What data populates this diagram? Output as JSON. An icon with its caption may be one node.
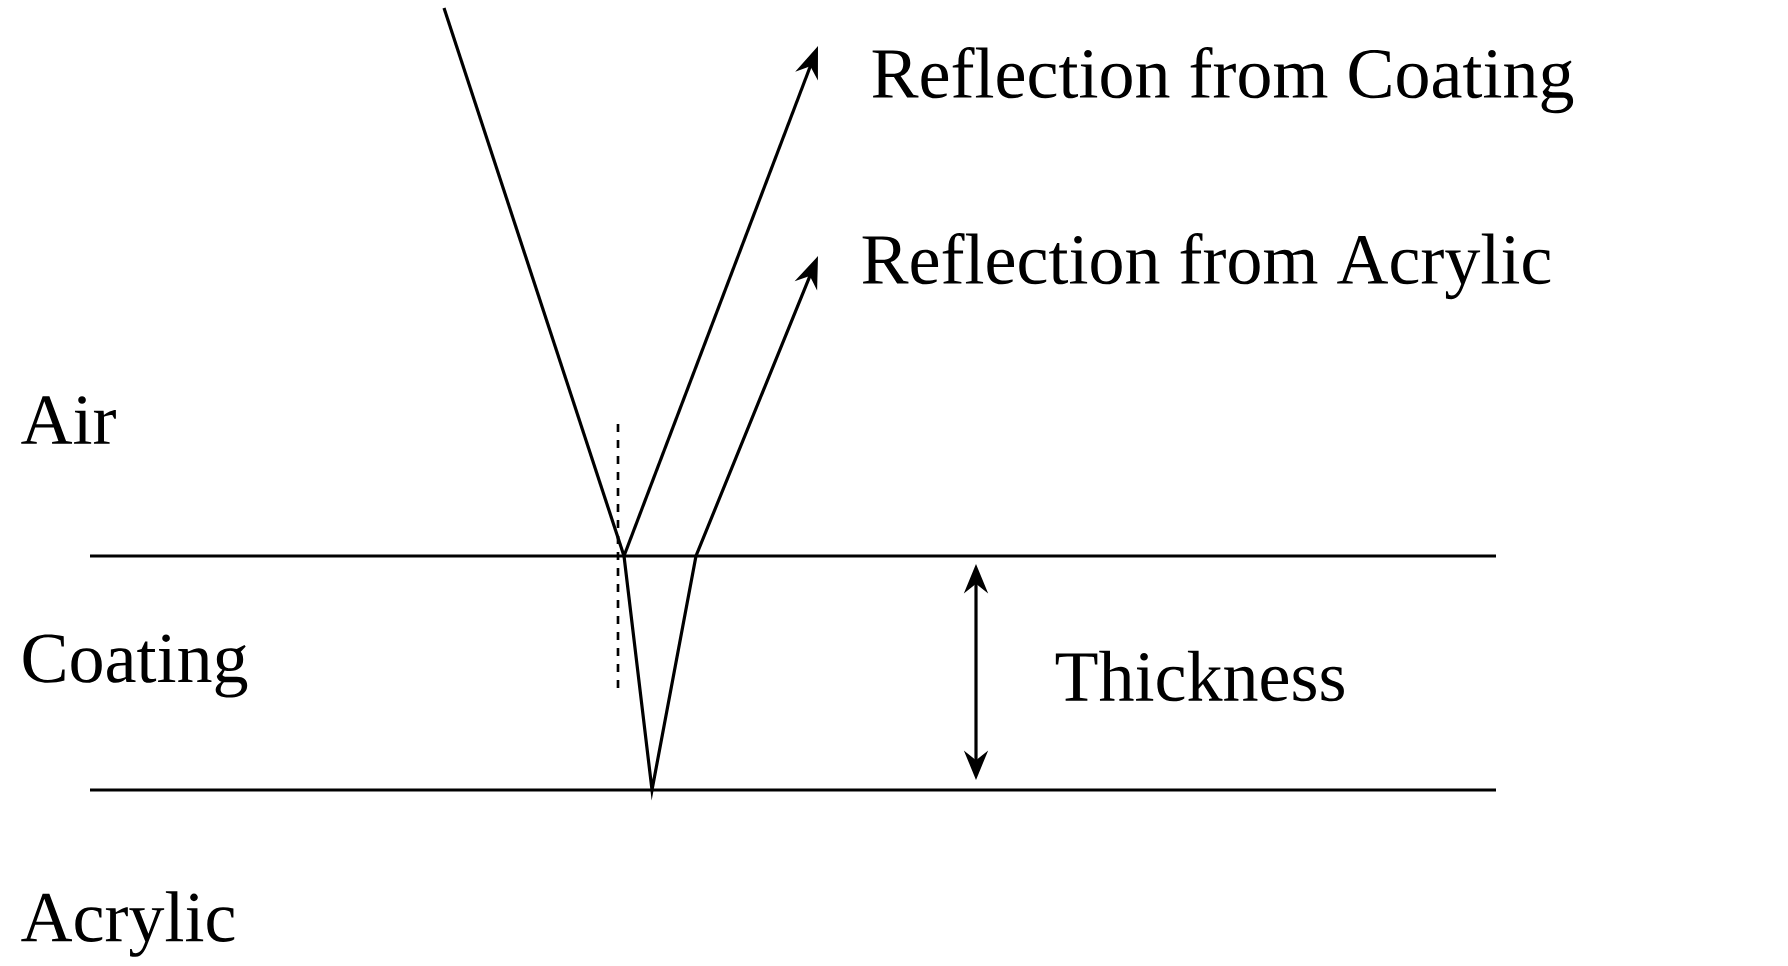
{
  "diagram": {
    "labels": [
      "Reflection from Coating",
      "Reflection from Acrylic",
      "Air",
      "Coating",
      "Thickness",
      "Acrylic"
    ]
  }
}
